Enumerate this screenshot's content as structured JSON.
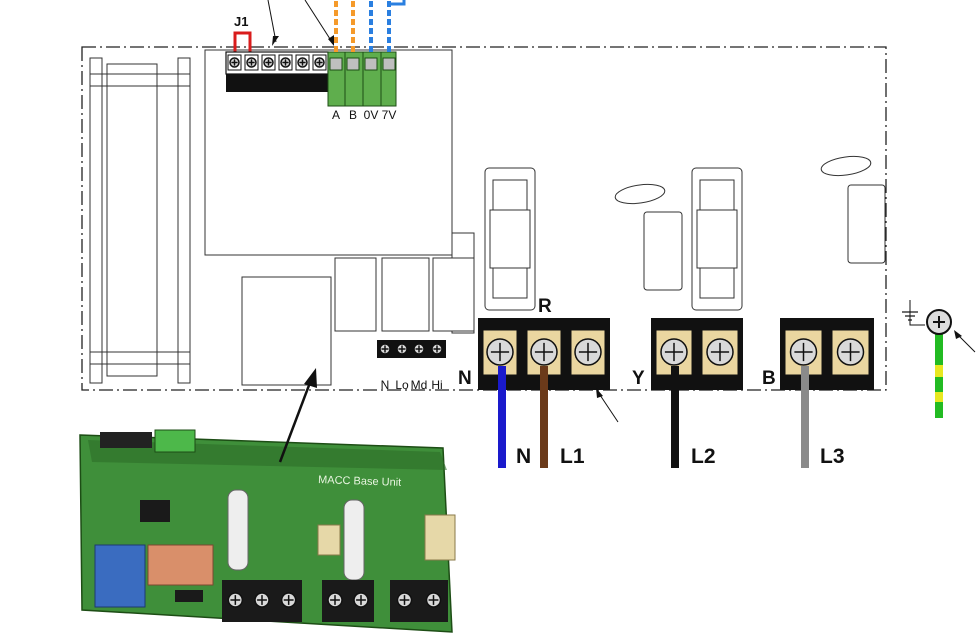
{
  "jumper": {
    "label": "J1"
  },
  "bus_terminals": [
    "A",
    "B",
    "0V",
    "7V"
  ],
  "speed_terminals": [
    "N",
    "Lo",
    "Md",
    "Hi"
  ],
  "phase_groups": [
    {
      "name": "R"
    },
    {
      "name": "Y"
    },
    {
      "name": "B"
    }
  ],
  "neutral_label": "N",
  "wire_labels": [
    {
      "label": "N",
      "color": "#1a1acc"
    },
    {
      "label": "L1",
      "color": "#6b3a1a"
    },
    {
      "label": "L2",
      "color": "#111111"
    },
    {
      "label": "L3",
      "color": "#8a8a8a"
    }
  ],
  "earth_wire_colors": [
    "#22bb22",
    "#e8e820"
  ],
  "signal_wire_colors": [
    "#f59a2a",
    "#2a7fe0"
  ],
  "photo": {
    "board_label": "MACC Base Unit",
    "board_color": "#3f8f3a"
  }
}
